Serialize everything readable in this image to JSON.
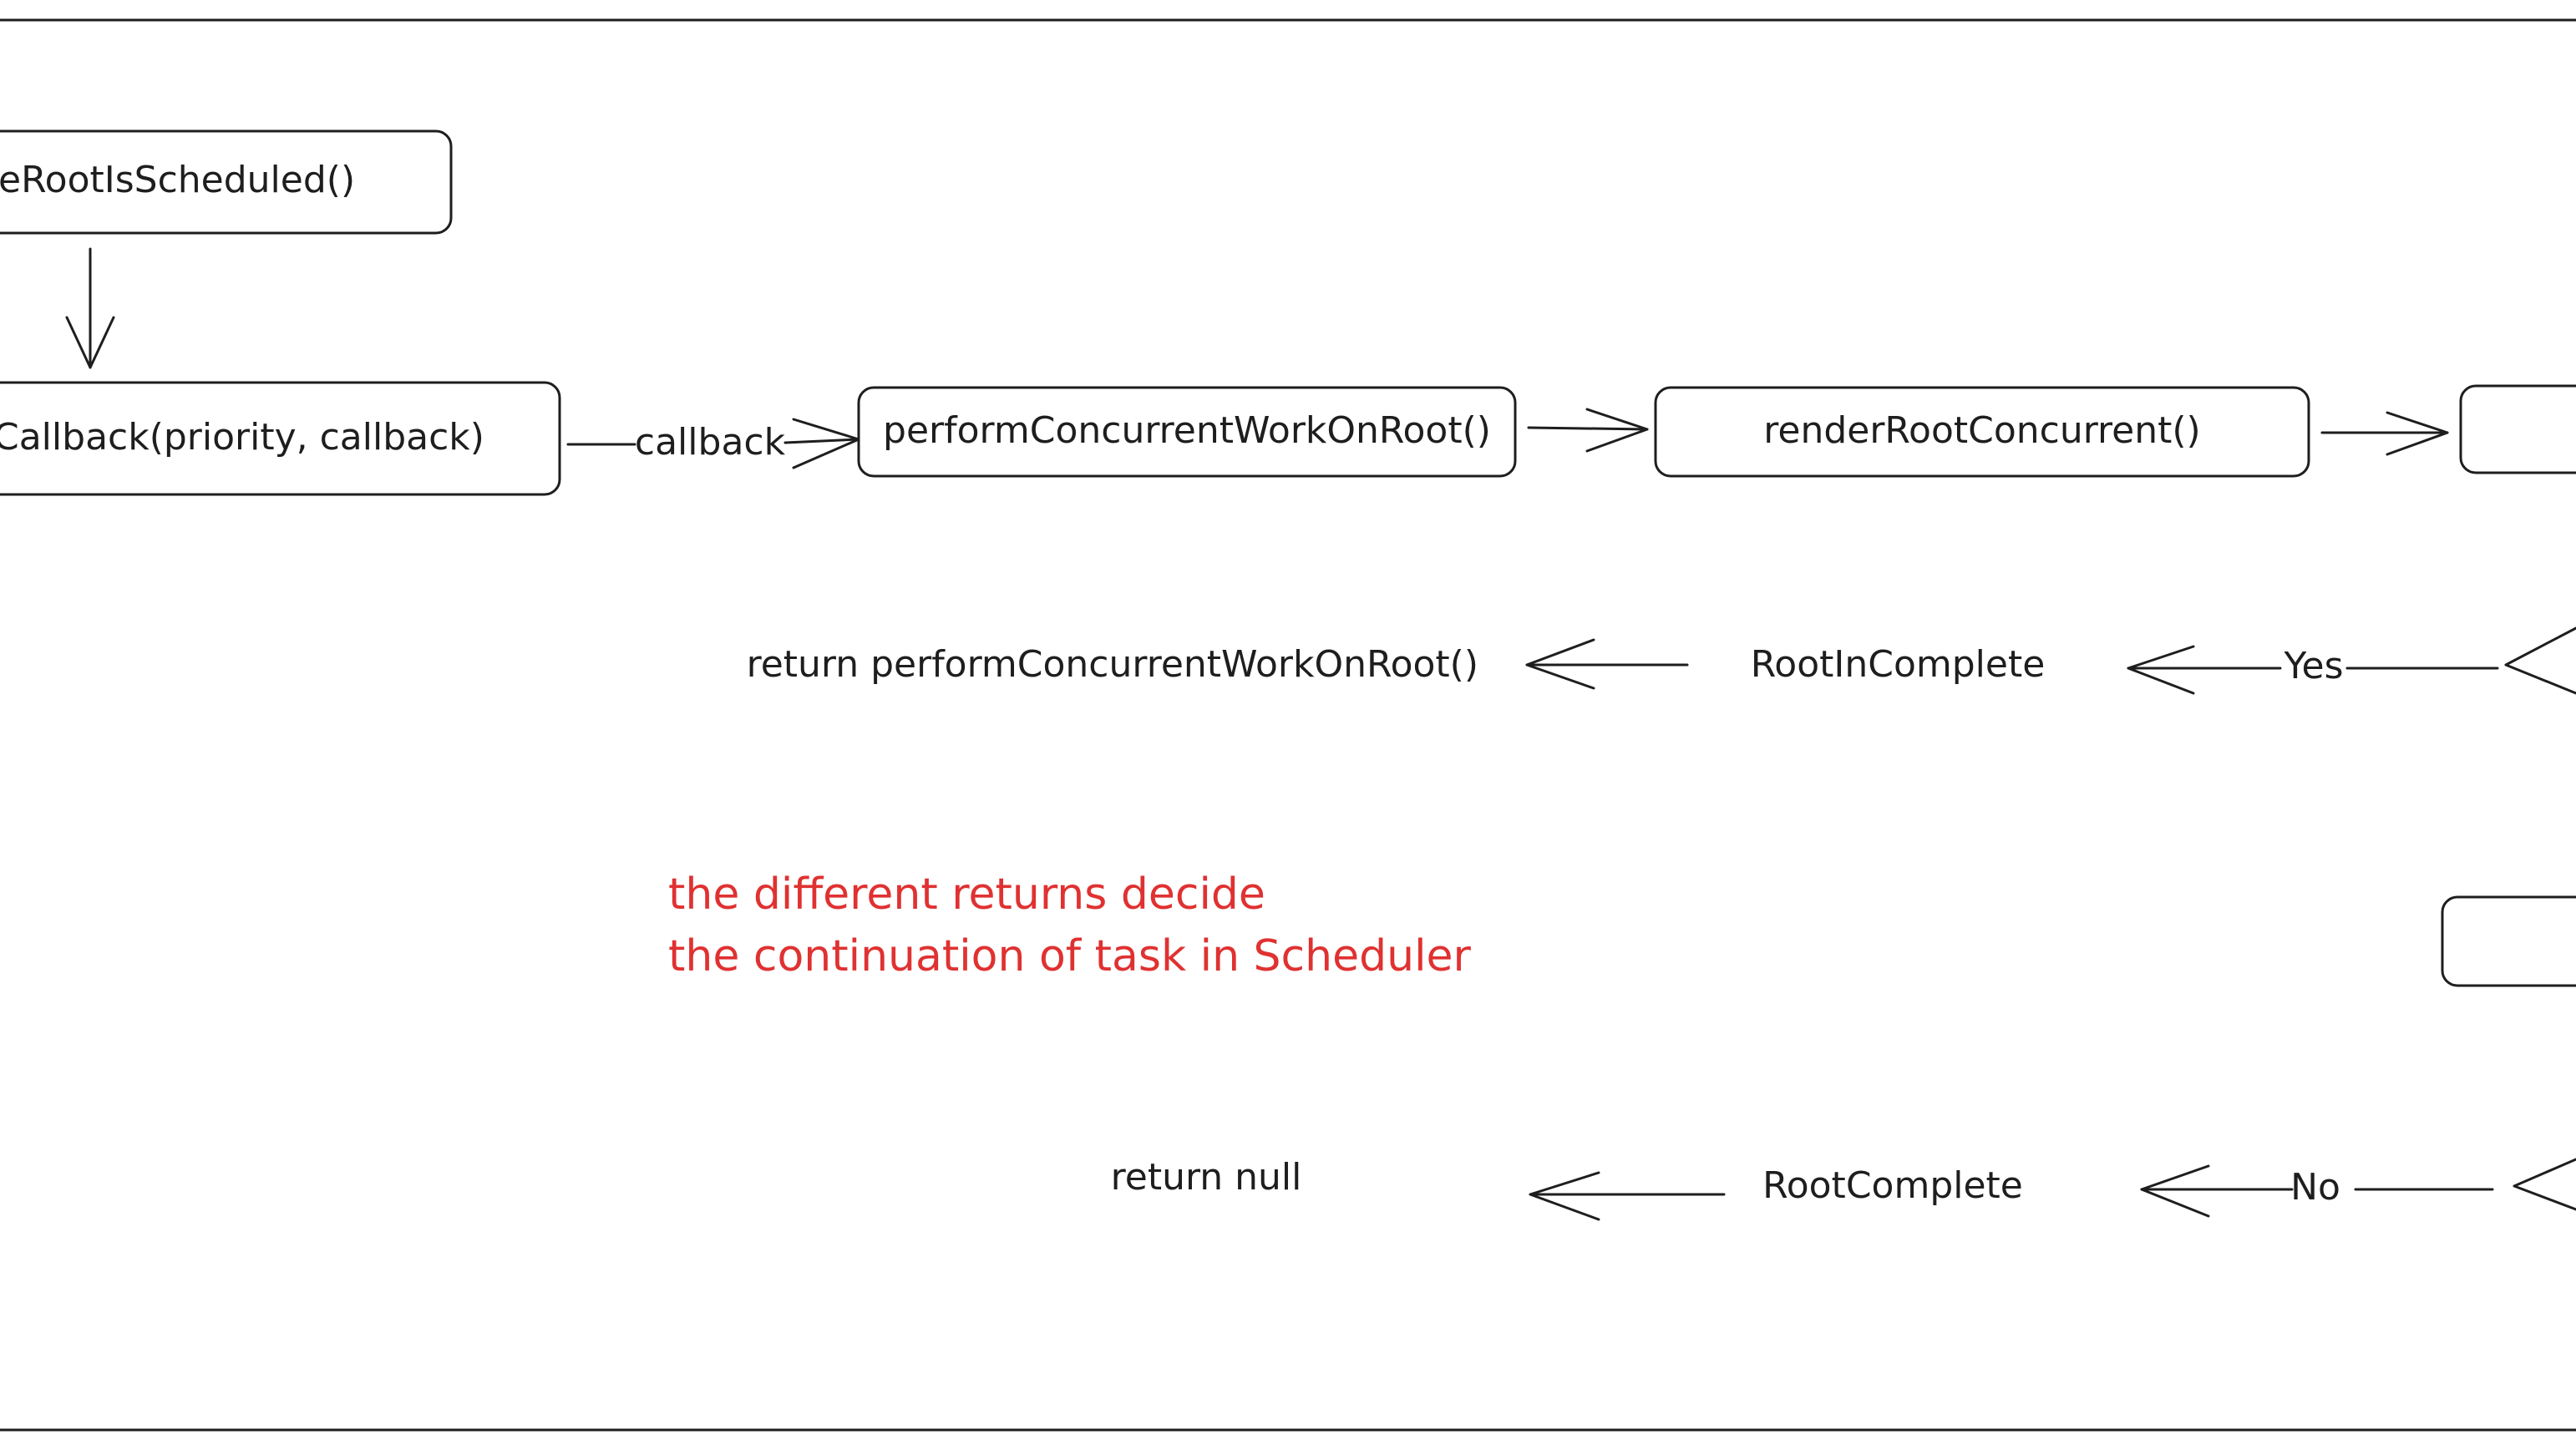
{
  "nodes": {
    "ensure_root_scheduled": "eRootIsScheduled()",
    "schedule_callback": "Callback(priority, callback)",
    "perform_concurrent": "performConcurrentWorkOnRoot()",
    "render_root_concurrent": "renderRootConcurrent()"
  },
  "edges": {
    "callback_label": "callback",
    "yes_label": "Yes",
    "no_label": "No"
  },
  "outcomes": {
    "root_incomplete": "RootInComplete",
    "return_perform": "return performConcurrentWorkOnRoot()",
    "root_complete": "RootComplete",
    "return_null": "return null"
  },
  "annotation": {
    "line1": "the different returns decide",
    "line2": "the continuation of task in Scheduler",
    "color": "#e03131"
  },
  "colors": {
    "stroke": "#1e1e1e",
    "background": "#ffffff"
  }
}
